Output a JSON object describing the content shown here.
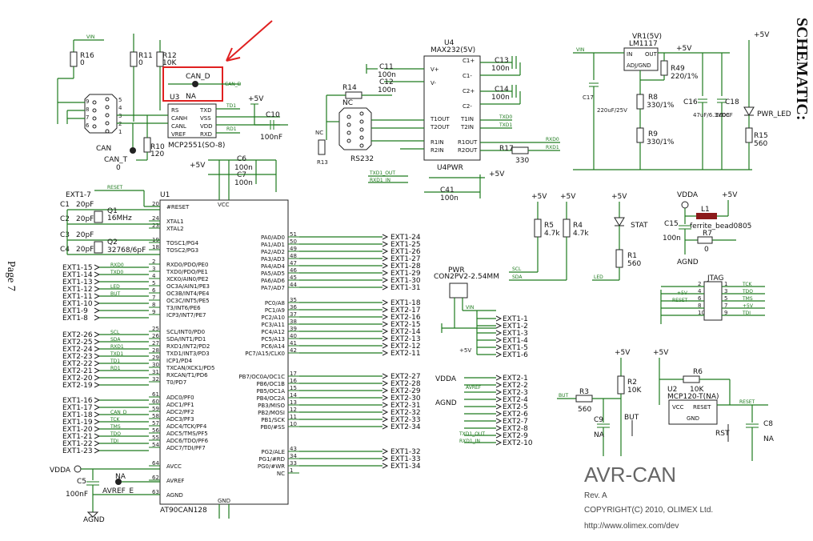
{
  "sheet": {
    "heading": "SCHEMATIC:",
    "page": "Page 7"
  },
  "title_block": {
    "title": "AVR-CAN",
    "rev": "Rev. A",
    "copyright": "COPYRIGHT(C) 2010, OLIMEX Ltd.",
    "url": "http://www.olimex.com/dev"
  },
  "mcu": {
    "ref": "U1",
    "part": "AT90CAN128",
    "vcc": "VCC",
    "gnd": "GND",
    "left_pins": [
      "#RESET",
      "XTAL1",
      "XTAL2",
      "TOSC1/PG4",
      "TOSC2/PG3",
      "RXD0/PDO/PE0",
      "TXD0/PDO/PE1",
      "XCK0/AIN0/PE2",
      "OC3A/AIN1/PE3",
      "OC3B/INT4/PE4",
      "OC3C/INT5/PE5",
      "T3/INT6/PE6",
      "ICP3/INT7/PE7",
      "SCL/INT0/PD0",
      "SDA/INT1/PD1",
      "RXD1/INT2/PD2",
      "TXD1/INT3/PD3",
      "ICP1/PD4",
      "TXCAN/XCK1/PD5",
      "RXCAN/T1/PD6",
      "T0/PD7",
      "ADC0/PF0",
      "ADC1/PF1",
      "ADC2/PF2",
      "ADC3/PF3",
      "ADC4/TCK/PF4",
      "ADC5/TMS/PF5",
      "ADC6/TDO/PF6",
      "ADC7/TDI/PF7",
      "AVCC",
      "AVREF",
      "AGND"
    ],
    "right_pins": [
      "PA0/AD0",
      "PA1/AD1",
      "PA2/AD2",
      "PA3/AD3",
      "PA4/AD4",
      "PA5/AD5",
      "PA6/AD6",
      "PA7/AD7",
      "PC0/A8",
      "PC1/A9",
      "PC2/A10",
      "PC3/A11",
      "PC4/A12",
      "PC5/A13",
      "PC6/A14",
      "PC7/A15/CLK0",
      "PB7/OC0A/OC1C",
      "PB6/OC1B",
      "PB5/OC1A",
      "PB4/OC2A",
      "PB3/MISO",
      "PB2/MOSI",
      "PB1/SCK",
      "PB0/#SS",
      "PG2/ALE",
      "PG1/#RD",
      "PG0/#WR",
      "NC"
    ],
    "left_nums": [
      "20",
      "24",
      "23",
      "19",
      "18",
      "2",
      "3",
      "4",
      "5",
      "6",
      "7",
      "8",
      "9",
      "25",
      "26",
      "27",
      "28",
      "29",
      "30",
      "31",
      "32",
      "61",
      "60",
      "59",
      "58",
      "57",
      "56",
      "55",
      "54",
      "64",
      "62",
      "63"
    ],
    "right_nums": [
      "51",
      "50",
      "49",
      "48",
      "47",
      "46",
      "45",
      "44",
      "35",
      "36",
      "37",
      "38",
      "39",
      "40",
      "41",
      "42",
      "17",
      "16",
      "15",
      "14",
      "13",
      "12",
      "11",
      "10",
      "43",
      "34",
      "33",
      "1"
    ]
  },
  "ext_left": [
    "EXT1-15",
    "EXT1-14",
    "EXT1-13",
    "EXT1-12",
    "EXT1-11",
    "EXT1-10",
    "EXT1-9",
    "EXT1-8",
    "EXT2-26",
    "EXT2-25",
    "EXT2-24",
    "EXT2-23",
    "EXT2-22",
    "EXT2-21",
    "EXT2-20",
    "EXT2-19",
    "EXT1-16",
    "EXT1-17",
    "EXT1-18",
    "EXT1-19",
    "EXT1-20",
    "EXT1-21",
    "EXT1-22",
    "EXT1-23"
  ],
  "ext_left_nets": [
    "RXD0",
    "TXD0",
    "",
    "LED",
    "BUT",
    "",
    "",
    "",
    "SCL",
    "SDA",
    "RXD1",
    "TXD1",
    "TD1",
    "RD1",
    "",
    "",
    "",
    "",
    "CAN_D",
    "TCK",
    "TMS",
    "TDO",
    "TDI",
    ""
  ],
  "ext_right_a": [
    "EXT1-24",
    "EXT1-25",
    "EXT1-26",
    "EXT1-27",
    "EXT1-28",
    "EXT1-29",
    "EXT1-30",
    "EXT1-31"
  ],
  "ext_right_c": [
    "EXT1-18",
    "EXT2-17",
    "EXT2-16",
    "EXT2-15",
    "EXT2-14",
    "EXT2-13",
    "EXT2-12",
    "EXT2-11"
  ],
  "ext_right_b": [
    "EXT2-27",
    "EXT2-28",
    "EXT2-29",
    "EXT2-30",
    "EXT2-31",
    "EXT2-32",
    "EXT2-33",
    "EXT2-34"
  ],
  "ext_right_g": [
    "EXT1-32",
    "EXT1-33",
    "EXT1-34"
  ],
  "pwr_conn": {
    "ref": "PWR",
    "part": "CON2PV2-2.54MM",
    "vin": "VIN",
    "p5v": "+5V",
    "ext1": [
      "EXT1-1",
      "EXT1-2",
      "EXT1-3",
      "EXT1-4",
      "EXT1-5",
      "EXT1-6"
    ],
    "ext2": [
      "EXT2-1",
      "EXT2-2",
      "EXT2-3",
      "EXT2-4",
      "EXT2-5",
      "EXT2-6",
      "EXT2-7",
      "EXT2-8",
      "EXT2-9",
      "EXT2-10"
    ],
    "vdda": "VDDA",
    "agnd": "AGND",
    "avref": "AVREF",
    "txd1": "TXD1_OUT",
    "rxd1": "RXD1_IN"
  },
  "crystals": {
    "xtal_label": "EXT1-7",
    "reset": "RESET",
    "c1": "C1",
    "c2": "C2",
    "c3": "C3",
    "c4": "C4",
    "cval": "20pF",
    "cval2": "20pF",
    "cval3": "20pF",
    "cval4": "20pF",
    "q1": "Q1",
    "q1v": "16MHz",
    "q2": "Q2",
    "q2v": "32768/6pF"
  },
  "caps_top": {
    "plus5": "+5V",
    "c6": "C6",
    "c6v": "100n",
    "c7": "C7",
    "c7v": "100n"
  },
  "avcc": {
    "vdda": "VDDA",
    "c5": "C5",
    "c5v": "100nF",
    "na": "NA",
    "avref": "AVREF_E",
    "agnd": "AGND"
  },
  "can": {
    "vin": "VIN",
    "r16": "R16",
    "r16v": "0",
    "r11": "R11",
    "r11v": "0",
    "r12": "R12",
    "r12v": "10K",
    "jumper": "CAN_D",
    "na": "NA",
    "u3": "U3",
    "part": "MCP2551(SO-8)",
    "pins_l": [
      "RS",
      "CANH",
      "CANL",
      "VREF"
    ],
    "pins_r": [
      "TXD",
      "VSS",
      "VDD",
      "RXD"
    ],
    "conn": "CAN",
    "cant": "CAN_T",
    "cantv": "0",
    "r10": "R10",
    "r10v": "120",
    "plus5": "+5V",
    "c10": "C10",
    "c10v": "100nF",
    "nets": {
      "cand": "CAN_D",
      "td1": "TD1",
      "rd1": "RD1"
    }
  },
  "rs232": {
    "u4": "U4",
    "part": "MAX232(5V)",
    "c11": "C11",
    "c11v": "100n",
    "c12": "C12",
    "c12v": "100n",
    "c13": "C13",
    "c13v": "100n",
    "c14": "C14",
    "c14v": "100n",
    "r14": "R14",
    "nc": "NC",
    "r13": "R13",
    "nc2": "NC",
    "conn": "RS232",
    "pins_l": [
      "V+",
      "V-",
      "T1OUT",
      "T2OUT",
      "R1IN",
      "R2IN"
    ],
    "pins_r": [
      "C1+",
      "C1-",
      "C2+",
      "C2-",
      "T1IN",
      "T2IN",
      "R1OUT",
      "R2OUT"
    ],
    "txd0": "TXD0",
    "txd1": "TXD1",
    "rxd0": "RXD0",
    "rxd1": "RXD1",
    "r17": "R17",
    "r17v": "330",
    "pwr": "U4PWR",
    "c41": "C41",
    "c41v": "100n",
    "plus5": "+5V",
    "txd1_out": "TXD1_OUT",
    "rxd1_in": "RXD1_IN"
  },
  "reg": {
    "vr": "VR1(5V)",
    "part": "LM1117",
    "in": "IN",
    "out": "OUT",
    "adj": "ADJ/GND",
    "vin": "VIN",
    "plus5": "+5V",
    "r49": "R49",
    "r49v": "220/1%",
    "r8": "R8",
    "r8v": "330/1%",
    "r9": "R9",
    "r9v": "330/1%",
    "c17": "C17",
    "c17v": "220uF/25V",
    "c16": "C16",
    "c16v": "47uF/6.3VDC",
    "c18": "C18",
    "c18v": "100nF",
    "plus5b": "+5V",
    "led": "PWR_LED",
    "r15": "R15",
    "r15v": "560"
  },
  "i2c": {
    "p5a": "+5V",
    "p5b": "+5V",
    "r5": "R5",
    "r5v": "4.7k",
    "r4": "R4",
    "r4v": "4.7k",
    "scl": "SCL",
    "sda": "SDA",
    "p5c": "+5V",
    "stat": "STAT",
    "r1": "R1",
    "r1v": "560",
    "led": "LED"
  },
  "ferrite": {
    "vdda": "VDDA",
    "p5": "+5V",
    "c15": "C15",
    "c15v": "100n",
    "l1": "L1",
    "l1v": "ferrite_bead0805",
    "r7": "R7",
    "r7v": "0",
    "agnd": "AGND"
  },
  "jtag": {
    "title": "JTAG",
    "nets_l": [
      "+5V",
      "RESET"
    ],
    "nets_r": [
      "TCK",
      "TDO",
      "TMS",
      "+5V",
      "TDI"
    ],
    "nums_l": [
      "2",
      "4",
      "6",
      "8",
      "10"
    ],
    "nums_r": [
      "1",
      "3",
      "5",
      "7",
      "9"
    ]
  },
  "button": {
    "p5": "+5V",
    "r2": "R2",
    "r2v": "10K",
    "r3": "R3",
    "r3v": "560",
    "but": "BUT",
    "btn": "BUT",
    "c9": "C9",
    "c9v": "NA"
  },
  "reset": {
    "p5": "+5V",
    "u2": "U2",
    "part": "MCP120-T(NA)",
    "vcc": "VCC",
    "rst": "RESET",
    "gnd": "GND",
    "r6": "R6",
    "r6v": "10K",
    "reset": "RESET",
    "btn": "RST",
    "c8": "C8",
    "c8v": "NA"
  }
}
